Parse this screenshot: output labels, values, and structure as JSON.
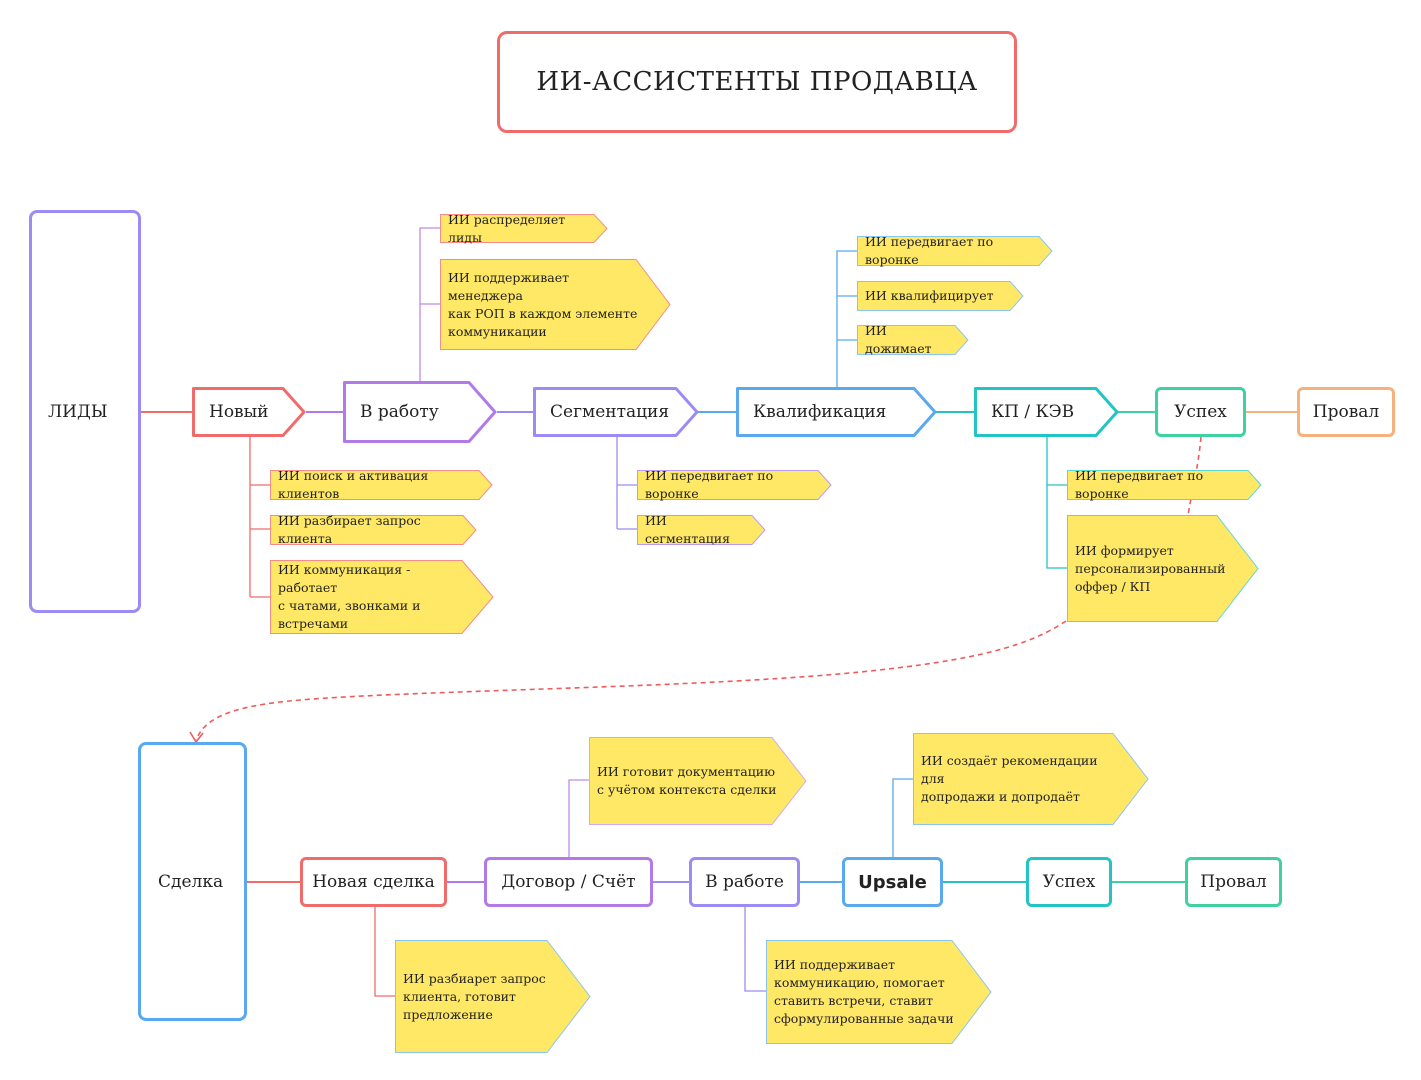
{
  "title": "ИИ-АССИСТЕНТЫ ПРОДАВЦА",
  "colors": {
    "red": "#f26b6b",
    "purple": "#b27ae8",
    "violet": "#9b8cf5",
    "blue": "#5aa8ee",
    "teal": "#22c4c4",
    "green": "#3fd1a0",
    "orange": "#f7b17c",
    "note_fill": "#ffe866",
    "dashed": "#ef5b5b"
  },
  "leads": {
    "label": "ЛИДЫ",
    "stages": {
      "new": "Новый",
      "in_work": "В работу",
      "segmentation": "Сегментация",
      "qualification": "Квалификация",
      "kp": "КП / КЭВ",
      "success": "Успех",
      "fail": "Провал"
    },
    "notes": {
      "distributes": "ИИ распределяет лиды",
      "supports_manager": "ИИ поддерживает менеджера\nкак РОП в каждом элементе\nкоммуникации",
      "search": "ИИ поиск и активация клиентов",
      "parses_request": "ИИ разбирает запрос клиента",
      "communication": "ИИ коммуникация - работает\nс чатами, звонками и\nвстречами",
      "seg_funnel": "ИИ передвигает по воронке",
      "segmentation": "ИИ сегментация",
      "qual_funnel": "ИИ передвигает по воронке",
      "qualifies": "ИИ квалифицирует",
      "pushes": "ИИ дожимает",
      "kp_funnel": "ИИ передвигает по воронке",
      "offer": "ИИ формирует\nперсонализированный\nоффер / КП"
    }
  },
  "deal": {
    "label": "Сделка",
    "stages": {
      "new_deal": "Новая сделка",
      "contract": "Договор / Счёт",
      "in_work": "В работе",
      "upsale": "Upsale",
      "success": "Успех",
      "fail": "Провал"
    },
    "notes": {
      "docs": "ИИ готовит документацию\nс учётом контекста сделки",
      "recommend": "ИИ создаёт рекомендации для\nдопродажи и допродаёт",
      "parses": "ИИ разбиарет запрос\nклиента, готовит\nпредложение",
      "supports": "ИИ поддерживает\nкоммуникацию, помогает\nставить встречи, ставит\nсформулированные задачи"
    }
  }
}
